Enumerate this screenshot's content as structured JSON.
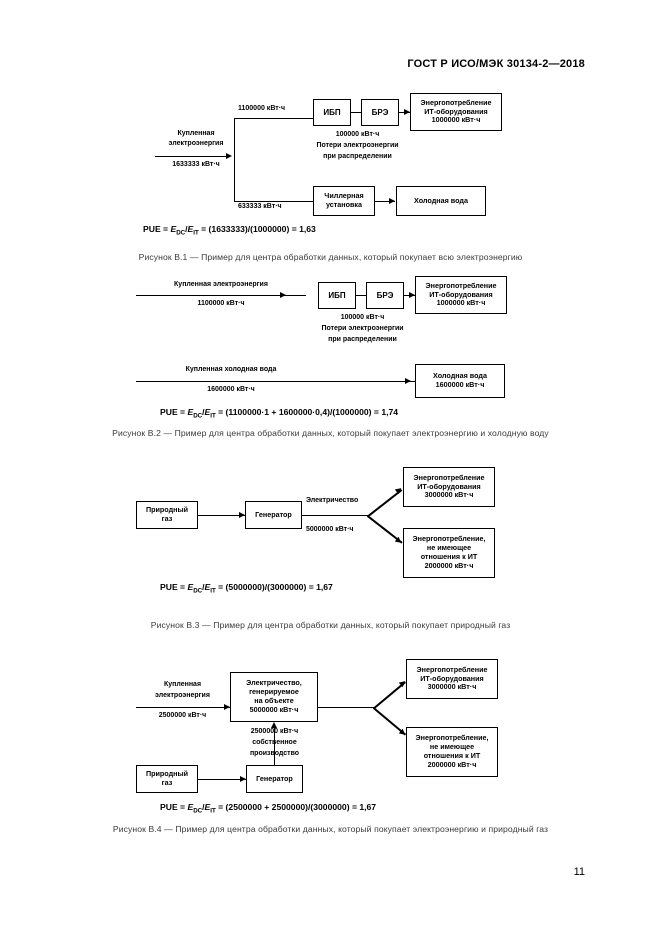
{
  "document": {
    "header": "ГОСТ Р ИСО/МЭК 30134-2—2018",
    "page_number": "11"
  },
  "figures": [
    {
      "id": "B.1",
      "caption": "Рисунок В.1 — Пример для центра обработки данных, который покупает всю электроэнергию",
      "nodes": {
        "ups": "ИБП",
        "pdu": "БРЭ",
        "it_load_title": "Энергопотребление",
        "it_load_sub": "ИТ-оборудования",
        "it_load_value": "1000000 кВт·ч",
        "chiller_line1": "Чиллерная",
        "chiller_line2": "установка",
        "cold_water": "Холодная вода"
      },
      "labels": {
        "input_line1": "Купленная",
        "input_line2": "электроэнергия",
        "input_value": "1633333 кВт·ч",
        "branch_top_value": "1100000 кВт·ч",
        "branch_bottom_value": "633333 кВт·ч",
        "loss_value": "100000 кВт·ч",
        "loss_line1": "Потери электроэнергии",
        "loss_line2": "при распределении"
      },
      "formula": {
        "prefix": "PUE = ",
        "e_dc": "E",
        "e_dc_sub": "DC",
        "slash": "/",
        "e_it": "E",
        "e_it_sub": "IT",
        "body": " = (1633333)/(1000000) = 1,63"
      }
    },
    {
      "id": "B.2",
      "caption": "Рисунок В.2 — Пример для центра обработки данных, который покупает электроэнергию и холодную воду",
      "nodes": {
        "ups": "ИБП",
        "pdu": "БРЭ",
        "it_load_title": "Энергопотребление",
        "it_load_sub": "ИТ-оборудования",
        "it_load_value": "1000000 кВт·ч",
        "cold_water_title": "Холодная вода",
        "cold_water_value": "1600000 кВт·ч"
      },
      "labels": {
        "input_electricity": "Купленная электроэнергия",
        "input_electricity_value": "1100000 кВт·ч",
        "loss_value": "100000 кВт·ч",
        "loss_line1": "Потери электроэнергии",
        "loss_line2": "при распределении",
        "input_water": "Купленная холодная вода",
        "input_water_value": "1600000 кВт·ч"
      },
      "formula": {
        "prefix": "PUE = ",
        "e_dc": "E",
        "e_dc_sub": "DC",
        "slash": "/",
        "e_it": "E",
        "e_it_sub": "IT",
        "body": " = (1100000·1 + 1600000·0,4)/(1000000) = 1,74"
      }
    },
    {
      "id": "B.3",
      "caption": "Рисунок В.3 — Пример для центра обработки данных, который покупает природный газ",
      "nodes": {
        "gas_line1": "Природный",
        "gas_line2": "газ",
        "generator": "Генератор",
        "it_load_title": "Энергопотребление",
        "it_load_sub": "ИТ-оборудования",
        "it_load_value": "3000000 кВт·ч",
        "non_it_line1": "Энергопотребление,",
        "non_it_line2": "не имеющее",
        "non_it_line3": "отношения к ИТ",
        "non_it_value": "2000000 кВт·ч"
      },
      "labels": {
        "electricity": "Электричество",
        "electricity_value": "5000000 кВт·ч"
      },
      "formula": {
        "prefix": "PUE = ",
        "e_dc": "E",
        "e_dc_sub": "DC",
        "slash": "/",
        "e_it": "E",
        "e_it_sub": "IT",
        "body": " = (5000000)/(3000000) = 1,67"
      }
    },
    {
      "id": "B.4",
      "caption": "Рисунок В.4 — Пример для центра обработки данных, который покупает электроэнергию и природный газ",
      "nodes": {
        "onsite_line1": "Электричество,",
        "onsite_line2": "генерируемое",
        "onsite_line3": "на объекте",
        "onsite_value": "5000000 кВт·ч",
        "gas_line1": "Природный",
        "gas_line2": "газ",
        "generator": "Генератор",
        "it_load_title": "Энергопотребление",
        "it_load_sub": "ИТ-оборудования",
        "it_load_value": "3000000 кВт·ч",
        "non_it_line1": "Энергопотребление,",
        "non_it_line2": "не имеющее",
        "non_it_line3": "отношения к ИТ",
        "non_it_value": "2000000 кВт·ч"
      },
      "labels": {
        "input_line1": "Купленная",
        "input_line2": "электроэнергия",
        "input_value": "2500000 кВт·ч",
        "own_value": "2500000 кВт·ч",
        "own_line1": "собственное",
        "own_line2": "производство"
      },
      "formula": {
        "prefix": "PUE = ",
        "e_dc": "E",
        "e_dc_sub": "DC",
        "slash": "/",
        "e_it": "E",
        "e_it_sub": "IT",
        "body": " = (2500000 + 2500000)/(3000000) = 1,67"
      }
    }
  ]
}
